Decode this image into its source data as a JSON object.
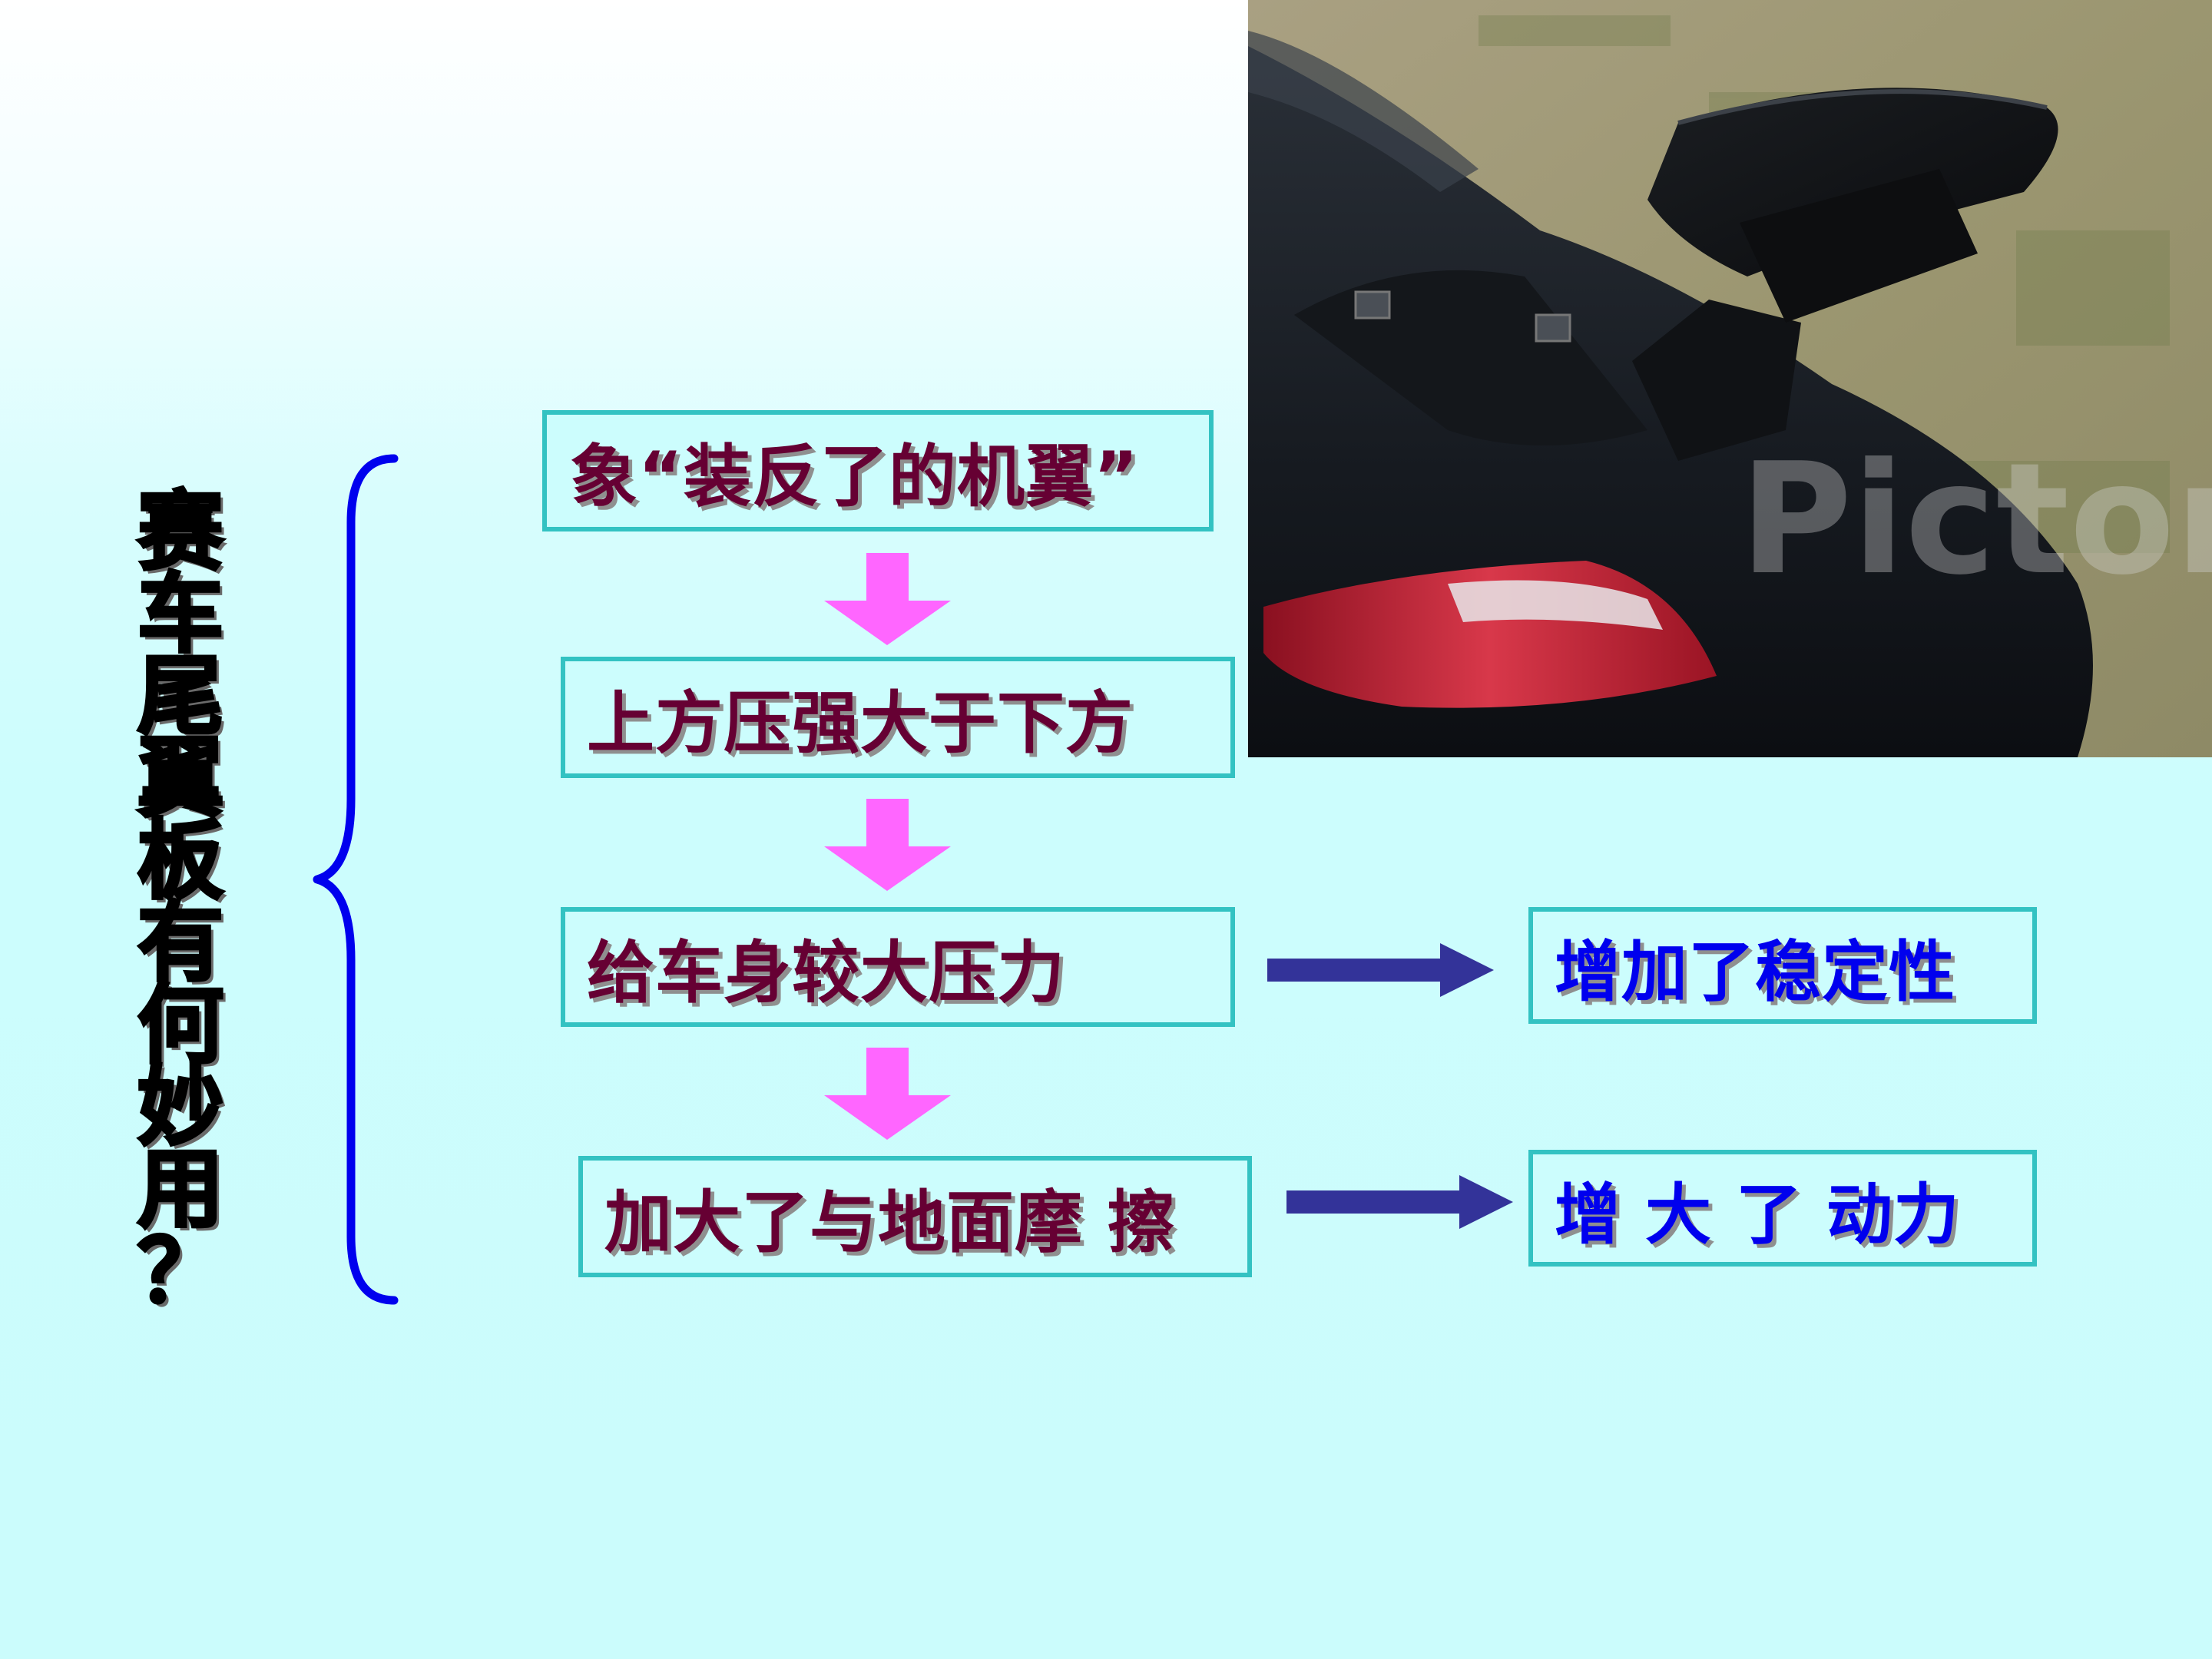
{
  "title_vertical": "赛车尾翼板有何妙用？",
  "title_chars": [
    "赛",
    "车",
    "尾",
    "翼",
    "板",
    "有",
    "何",
    "妙",
    "用",
    "？"
  ],
  "flow": {
    "step1": "象“装反了的机翼”",
    "step2": "上方压强大于下方",
    "step3": "给车身较大压力",
    "step4": "加大了与地面摩 擦"
  },
  "results": {
    "r1": "增加了稳定性",
    "r2": "增 大 了 动力"
  },
  "photo": {
    "watermark": "Pictor"
  },
  "colors": {
    "background": "#ccfdfd",
    "box_border": "#33c2c2",
    "step_text": "#660033",
    "result_text": "#0000ee",
    "brace": "#0000ee",
    "down_arrow": "#ff66ff",
    "right_arrow": "#333399"
  },
  "icons": {
    "down_arrows": "pink-down-arrow-icon",
    "right_arrows": "navy-right-arrow-icon",
    "brace": "curly-brace-icon"
  }
}
